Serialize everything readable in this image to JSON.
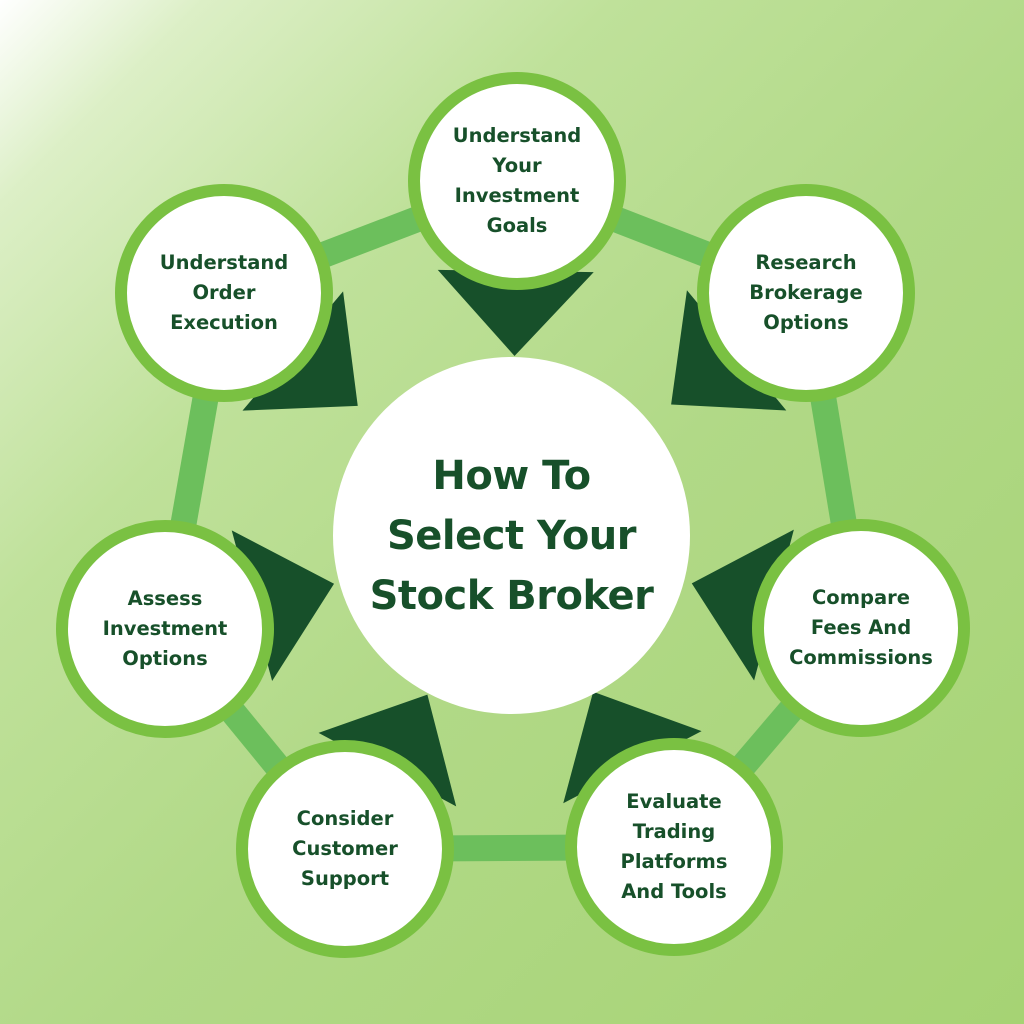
{
  "title": "How To\nSelect Your\nStock Broker",
  "steps": [
    {
      "label": "Understand\nYour\nInvestment\nGoals"
    },
    {
      "label": "Research\nBrokerage\nOptions"
    },
    {
      "label": "Compare\nFees And\nCommissions"
    },
    {
      "label": "Evaluate\nTrading\nPlatforms\nAnd Tools"
    },
    {
      "label": "Consider\nCustomer\nSupport"
    },
    {
      "label": "Assess\nInvestment\nOptions"
    },
    {
      "label": "Understand\nOrder\nExecution"
    }
  ],
  "colors": {
    "ring": "#7ac142",
    "connector": "#6cbf5c",
    "arrow": "#17502a",
    "text": "#17502a"
  }
}
